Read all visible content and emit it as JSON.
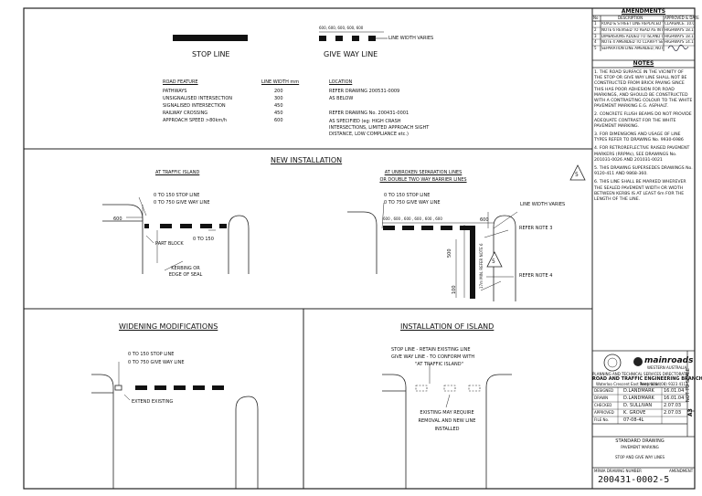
{
  "top": {
    "stop_line": "STOP LINE",
    "give_way_line": "GIVE WAY LINE",
    "gw_dims": "600, 600, 600, 600, 600",
    "line_width_varies": "LINE WIDTH VARIES"
  },
  "features_table": {
    "headers": [
      "ROAD FEATURE",
      "LINE WIDTH mm",
      "LOCATION"
    ],
    "rows": [
      [
        "PATHWAYS",
        "200",
        "REFER DRAWING 200531-0009"
      ],
      [
        "UNSIGNALISED INTERSECTION",
        "300",
        "AS BELOW"
      ],
      [
        "SIGNALISED INTERSECTION",
        "450",
        ""
      ],
      [
        "RAILWAY CROSSING",
        "450",
        "REFER DRAWING No. 200431-0001"
      ],
      [
        "APPROACH SPEED >80km/h",
        "600",
        "AS SPECIFIED (eg: HIGH CRASH INTERSECTIONS, LIMITED APPROACH SIGHT DISTANCE, LOW COMPLIANCE etc.)"
      ]
    ]
  },
  "new_installation": {
    "title": "NEW INSTALLATION",
    "traffic_island": {
      "title": "AT TRAFFIC ISLAND",
      "stop_note": "0 TO 150 STOP LINE",
      "gw_note": "0 TO 750 GIVE WAY LINE",
      "dim_600": "600",
      "dim_0_150": "0 TO 150",
      "part_block": "PART BLOCK",
      "kerbing": "KERBING OR EDGE OF SEAL"
    },
    "separation": {
      "title_line1": "AT UNBROKEN SEPARATION LINES",
      "title_line2": "OR DOUBLE TWO WAY BARRIER LINES",
      "stop_note": "0 TO 150 STOP LINE",
      "gw_note": "0 TO 750 GIVE WAY LINE",
      "dims": "600 , 600 , 600 , 600 , 600 , 600",
      "dim_600": "600",
      "line_width_varies": "LINE WIDTH VARIES",
      "refer_note_3": "REFER NOTE 3",
      "refer_note_4": "REFER NOTE 4",
      "dim_500": "500",
      "dim_100": "100",
      "vertical_text": "17m MIN. REFER NOTE 6",
      "badge": "5"
    }
  },
  "widening": {
    "title": "WIDENING MODIFICATIONS",
    "stop_note": "0 TO 150 STOP LINE",
    "gw_note": "0 TO 750 GIVE WAY LINE",
    "extend": "EXTEND EXISTING"
  },
  "island": {
    "title": "INSTALLATION OF ISLAND",
    "stop_note": "STOP LINE - RETAIN EXISTING LINE",
    "gw_note_1": "GIVE WAY LINE - TO CONFORM WITH",
    "gw_note_2": "\"AT TRAFFIC ISLAND\"",
    "existing_1": "EXISTING MAY REQUIRE",
    "existing_2": "REMOVAL AND NEW LINE",
    "existing_3": "INSTALLED"
  },
  "amendments": {
    "title": "AMENDMENTS",
    "headers": [
      "No",
      "DESCRIPTION",
      "APPROVED & DATE"
    ],
    "rows": [
      [
        "1",
        "ROAD & STREET LINE REPLACED WITH LAMINATED SEPARATION",
        "CLARENCE. 10.04"
      ],
      [
        "2",
        "NOTE 6 REVISED TO READ AS IN REF. WITH NOTE 6",
        "HIGHWAYS 18.11"
      ],
      [
        "3",
        "DIMENSIONS ADDED TO ISLAND GW LINE",
        "HIGHWAYS 18.11"
      ],
      [
        "4",
        "NOTE 4 AMENDED TO CLARIFY SEPARATION LINES",
        "HIGHWAYS 14.11"
      ],
      [
        "5",
        "SEPARATION LINE AMENDED, NOTE 6 ADDED",
        ""
      ]
    ]
  },
  "notes": {
    "title": "NOTES",
    "items": [
      "1. THE ROAD SURFACE IN THE VICINITY OF THE STOP OR GIVE WAY LINE SHALL NOT BE CONSTRUCTED FROM BRICK PAVING SINCE THIS HAS POOR ADHESION FOR ROAD MARKINGS, AND SHOULD BE CONSTRUCTED WITH A CONTRASTING COLOUR TO THE WHITE PAVEMENT MARKING E.G. ASPHALT.",
      "2. CONCRETE FLUSH BEAMS DO NOT PROVIDE ADEQUATE CONTRAST FOR THE WHITE PAVEMENT MARKING.",
      "3. FOR DIMENSIONS AND USAGE OF LINE TYPES REFER TO DRAWING No. 9930-6986",
      "4. FOR RETROREFLECTIVE RAISED PAVEMENT MARKERS (RRPMs), SEE DRAWINGS No. 201031-0026 AND 201031-0021",
      "5. THIS DRAWING SUPERSEDES DRAWINGS No. 9120-411 AND 9868-360.",
      "6. THIS LINE SHALL BE MARKED WHEREVER THE SEALED PAVEMENT WIDTH OR WIDTH BETWEEN KERBS IS AT LEAST 6m FOR THE LENGTH OF THE LINE."
    ]
  },
  "title_block": {
    "brand": "mainroads",
    "brand_sub": "WESTERN AUSTRALIA",
    "branch_1": "PLANNING AND TECHNICAL SERVICES DIRECTORATE",
    "branch_2": "ROAD AND TRAFFIC ENGINEERING BRANCH",
    "address": "Waterloo Crescent East Perth 6004",
    "phone": "Telephone (08) 9323 4111",
    "not_to_scale": "NOT TO SCALE",
    "sheet_size": "A3",
    "people": [
      [
        "DESIGNED",
        "D.LANDMARK",
        "16.01.04"
      ],
      [
        "DRAWN",
        "D.LANDMARK",
        "16.01.04"
      ],
      [
        "CHECKED",
        "D. SULLIVAN",
        "2.07.03"
      ],
      [
        "APPROVED",
        "K. GROVE",
        "2.07.03"
      ],
      [
        "FILE No.",
        "07-08-4L",
        ""
      ]
    ],
    "std_drawing": "STANDARD DRAWING",
    "pavement_marking": "PAVEMENT MARKING",
    "subject": "STOP AND GIVE WAY LINES",
    "drawing_number_label": "MRWA DRAWING NUMBER",
    "amendment_label": "AMENDMENT",
    "drawing_number": "200431-0002-5"
  }
}
